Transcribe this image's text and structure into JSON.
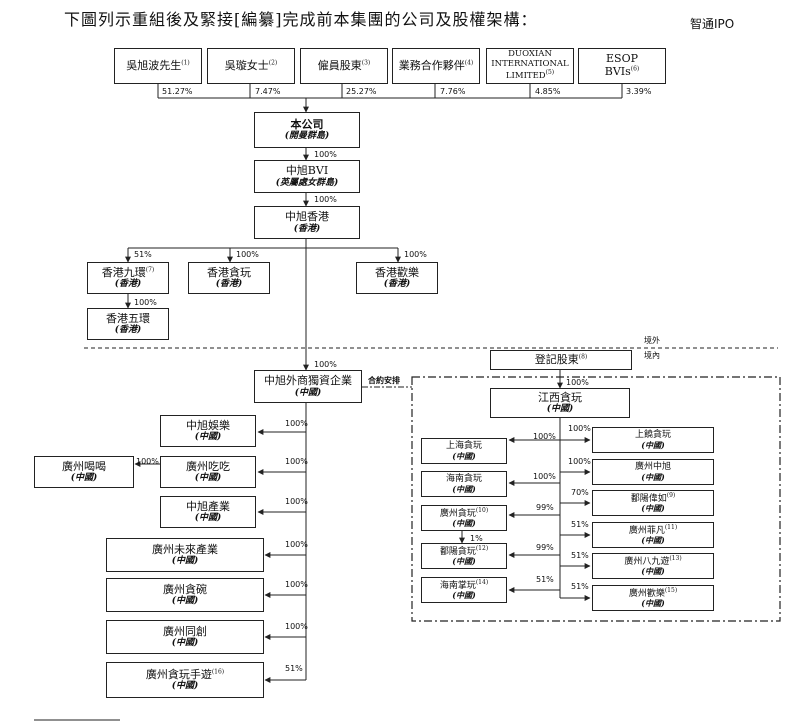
{
  "title": "下圖列示重組後及緊接[編纂]完成前本集團的公司及股權架構：",
  "watermark": "智通IPO",
  "shareholders": [
    {
      "name": "吳旭波先生",
      "note": "(1)",
      "pct": "51.27%"
    },
    {
      "name": "吳璇女士",
      "note": "(2)",
      "pct": "7.47%"
    },
    {
      "name": "僱員股東",
      "note": "(3)",
      "pct": "25.27%"
    },
    {
      "name": "業務合作夥伴",
      "note": "(4)",
      "pct": "7.76%"
    },
    {
      "name": "DUOXIAN INTERNATIONAL LIMITED",
      "note": "(5)",
      "pct": "4.85%"
    },
    {
      "name": "ESOP BVIs",
      "note": "(6)",
      "pct": "3.39%"
    }
  ],
  "company": {
    "name": "本公司",
    "sub": "(開曼群島)"
  },
  "bvi": {
    "name": "中旭BVI",
    "sub": "(英屬處女群島)",
    "pct": "100%"
  },
  "hk": {
    "name": "中旭香港",
    "sub": "(香港)",
    "pct": "100%"
  },
  "hk_subs": [
    {
      "name": "香港九環",
      "note": "(7)",
      "sub": "(香港)",
      "pct": "51%"
    },
    {
      "name": "香港貪玩",
      "sub": "(香港)",
      "pct": "100%"
    },
    {
      "name": "香港歡樂",
      "sub": "(香港)",
      "pct": "100%"
    }
  ],
  "hk_wuhuan": {
    "name": "香港五環",
    "sub": "(香港)",
    "pct": "100%"
  },
  "offshore": "境外",
  "onshore": "境內",
  "wfoe": {
    "name": "中旭外商獨資企業",
    "sub": "(中國)",
    "pct": "100%"
  },
  "contract": "合約安排",
  "wfoe_subs": [
    {
      "name": "中旭娛樂",
      "sub": "(中國)",
      "pct": "100%"
    },
    {
      "name": "廣州吃吃",
      "sub": "(中國)",
      "pct": "100%"
    },
    {
      "name": "中旭產業",
      "sub": "(中國)",
      "pct": "100%"
    },
    {
      "name": "廣州未來產業",
      "sub": "(中國)",
      "pct": "100%"
    },
    {
      "name": "廣州貪碗",
      "sub": "(中國)",
      "pct": "100%"
    },
    {
      "name": "廣州同創",
      "sub": "(中國)",
      "pct": "100%"
    },
    {
      "name": "廣州貪玩手遊",
      "note": "(16)",
      "sub": "(中國)",
      "pct": "51%"
    }
  ],
  "hewho": {
    "name": "廣州喝喝",
    "sub": "(中國)",
    "pct": "100%"
  },
  "reg": {
    "name": "登記股東",
    "note": "(8)"
  },
  "jx": {
    "name": "江西貪玩",
    "sub": "(中國)",
    "pct": "100%"
  },
  "jx_left": [
    {
      "name": "上海貪玩",
      "sub": "(中國)",
      "pct": "100%"
    },
    {
      "name": "海南貪玩",
      "sub": "(中國)",
      "pct": "100%"
    },
    {
      "name": "廣州貪玩",
      "note": "(10)",
      "sub": "(中國)",
      "pct": "99%"
    },
    {
      "name": "鄱陽貪玩",
      "note": "(12)",
      "sub": "(中國)",
      "pct": "99%"
    },
    {
      "name": "海南掌玩",
      "note": "(14)",
      "sub": "(中國)",
      "pct": "51%"
    }
  ],
  "gz_to_py_pct": "1%",
  "jx_right": [
    {
      "name": "上饒貪玩",
      "sub": "(中國)",
      "pct": "100%"
    },
    {
      "name": "廣州中旭",
      "sub": "(中國)",
      "pct": "100%"
    },
    {
      "name": "鄱陽偉如",
      "note": "(9)",
      "sub": "(中國)",
      "pct": "70%"
    },
    {
      "name": "廣州菲凡",
      "note": "(11)",
      "sub": "(中國)",
      "pct": "51%"
    },
    {
      "name": "廣州八九遊",
      "note": "(13)",
      "sub": "(中國)",
      "pct": "51%"
    },
    {
      "name": "廣州歡樂",
      "note": "(15)",
      "sub": "(中國)",
      "pct": "51%"
    }
  ]
}
